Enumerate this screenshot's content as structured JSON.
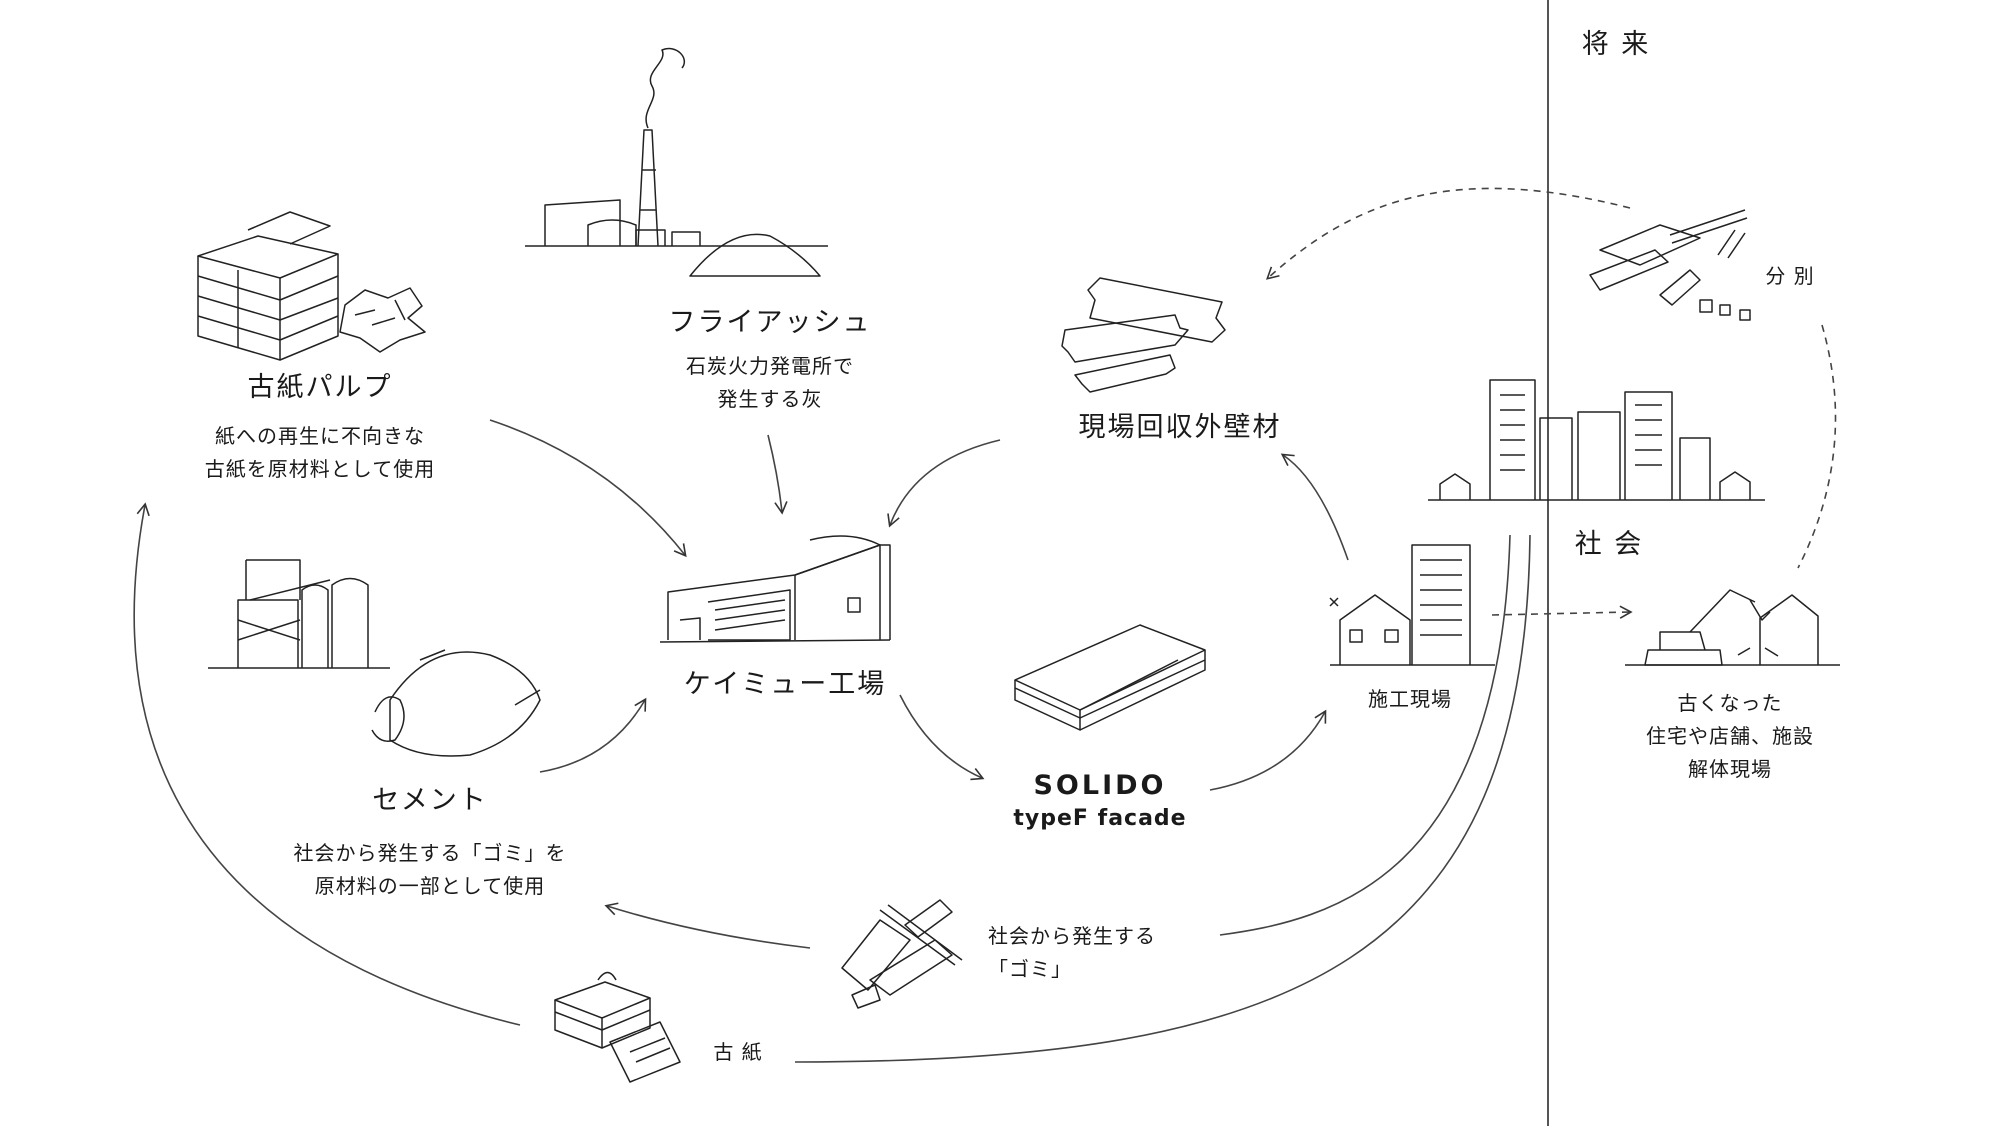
{
  "future": "将 来",
  "society": "社 会",
  "nodes": {
    "pulp": {
      "title": "古紙パルプ",
      "desc1": "紙への再生に不向きな",
      "desc2": "古紙を原材料として使用"
    },
    "flyash": {
      "title": "フライアッシュ",
      "desc1": "石炭火力発電所で",
      "desc2": "発生する灰"
    },
    "cement": {
      "title": "セメント",
      "desc1": "社会から発生する「ゴミ」を",
      "desc2": "原材料の一部として使用"
    },
    "factory": {
      "title": "ケイミュー工場"
    },
    "solido": {
      "title1": "SOLIDO",
      "title2": "typeF facade"
    },
    "recovered": {
      "title": "現場回収外壁材"
    },
    "construction": {
      "title": "施工現場"
    },
    "sorting": {
      "title": "分 別"
    },
    "demolition": {
      "line1": "古くなった",
      "line2": "住宅や店舗、施設",
      "line3": "解体現場"
    },
    "waste": {
      "line1": "社会から発生する",
      "line2": "「ゴミ」"
    },
    "oldpaper": {
      "title": "古 紙"
    }
  },
  "colors": {
    "ink": "#1a1a1a",
    "line": "#444444",
    "divider": "#555555"
  }
}
